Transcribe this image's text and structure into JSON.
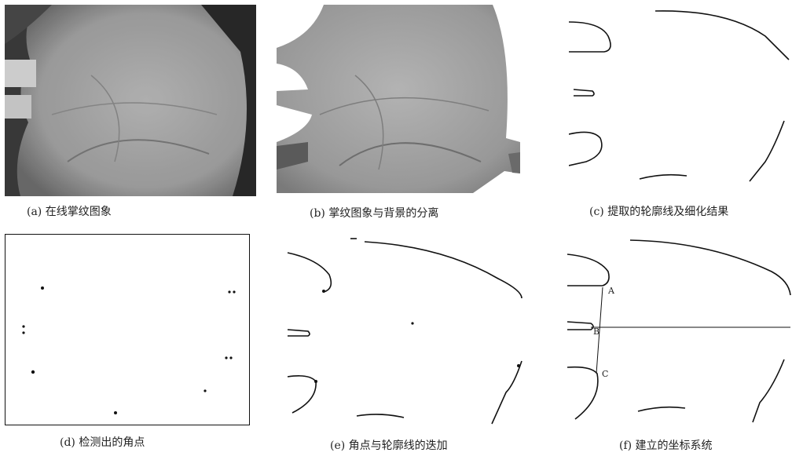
{
  "figure": {
    "captions": {
      "a": "(a) 在线掌纹图象",
      "b": "(b) 掌纹图象与背景的分离",
      "c": "(c) 提取的轮廓线及细化结果",
      "d": "(d) 检测出的角点",
      "e": "(e) 角点与轮廓线的迭加",
      "f": "(f) 建立的坐标系统"
    },
    "point_labels": {
      "A": "A",
      "B": "B",
      "C": "C"
    }
  }
}
